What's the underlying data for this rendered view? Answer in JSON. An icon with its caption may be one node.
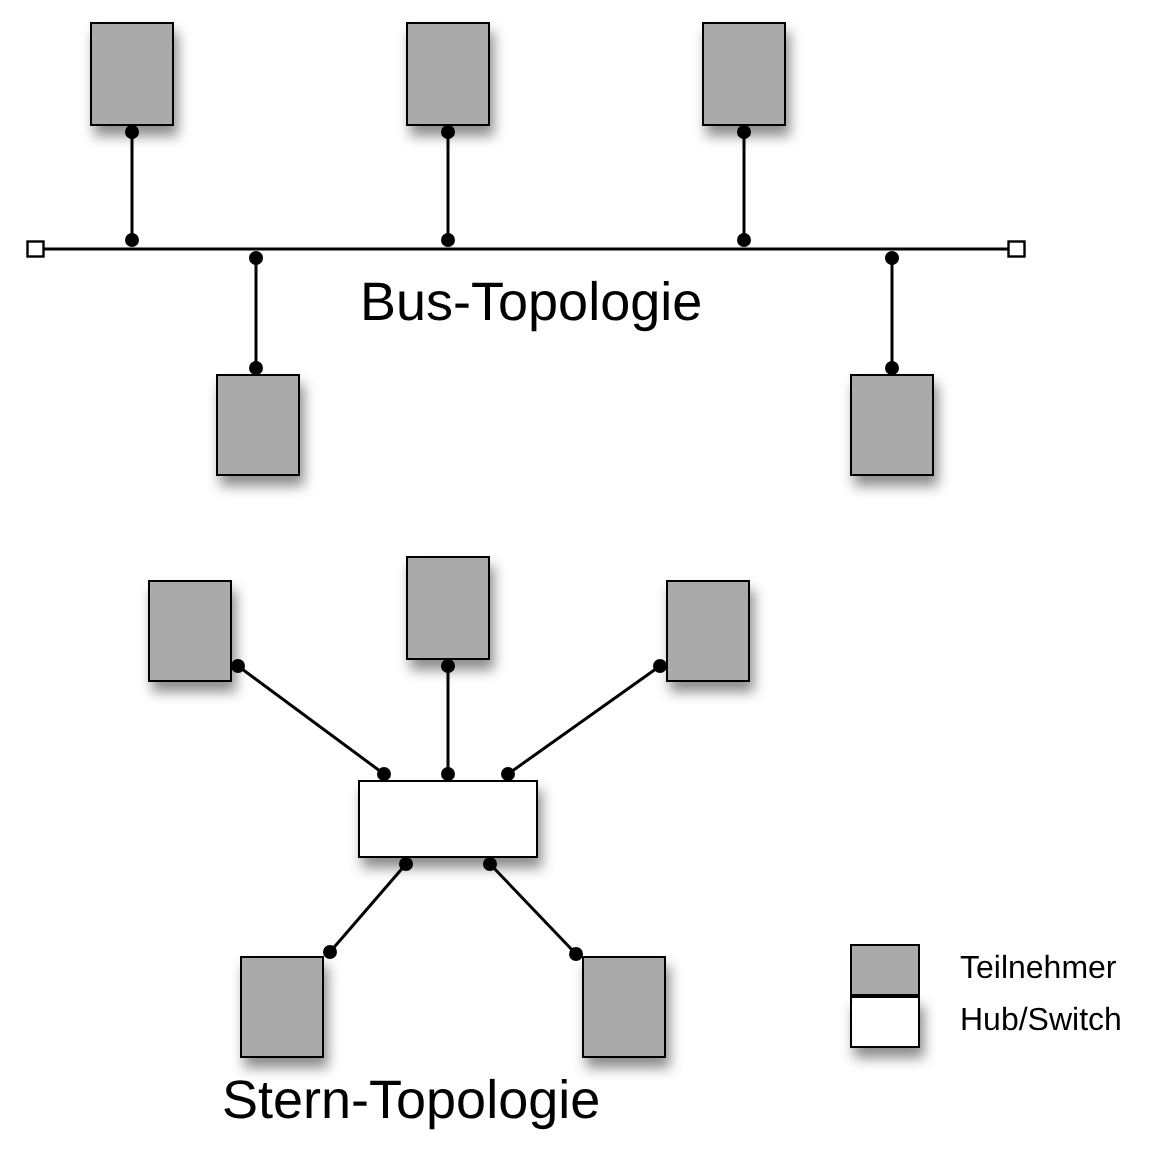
{
  "diagram": {
    "nodes": [
      {
        "text": [],
        "shape": "box"
      },
      {
        "text": [],
        "shape": "box"
      },
      {
        "text": [],
        "shape": "box"
      },
      {
        "text": [],
        "shape": "bar"
      },
      {
        "text": [],
        "shape": "box"
      },
      {
        "text": [],
        "shape": "box"
      },
      {
        "text": [],
        "shape": "box"
      },
      {
        "text": [],
        "shape": "box"
      },
      {
        "text": [],
        "shape": "box"
      },
      {
        "text": [],
        "shape": "box"
      },
      {
        "text": [],
        "shape": "box"
      },
      {
        "text": [],
        "shape": "box"
      }
    ],
    "edges": [
      {
        "from": 0,
        "to": 3,
        "arrow": "other"
      },
      {
        "from": 1,
        "to": 3,
        "arrow": "other"
      },
      {
        "from": 2,
        "to": 3,
        "arrow": "other"
      },
      {
        "from": 4,
        "to": 3,
        "arrow": "other"
      },
      {
        "from": 5,
        "to": 3,
        "arrow": "other"
      },
      {
        "from": 6,
        "to": 9,
        "arrow": "other"
      },
      {
        "from": 7,
        "to": 9,
        "arrow": "other"
      },
      {
        "from": 8,
        "to": 9,
        "arrow": "other"
      },
      {
        "from": 10,
        "to": 9,
        "arrow": "other"
      },
      {
        "from": 11,
        "to": 9,
        "arrow": "other"
      }
    ],
    "labels": [
      "Bus-Topologie",
      "Stern-Topologie"
    ],
    "legend": [
      {
        "text": "Teilnehmer",
        "color": "#aaaaaa"
      },
      {
        "text": "Hub/Switch",
        "color": "#ffffff"
      }
    ]
  }
}
